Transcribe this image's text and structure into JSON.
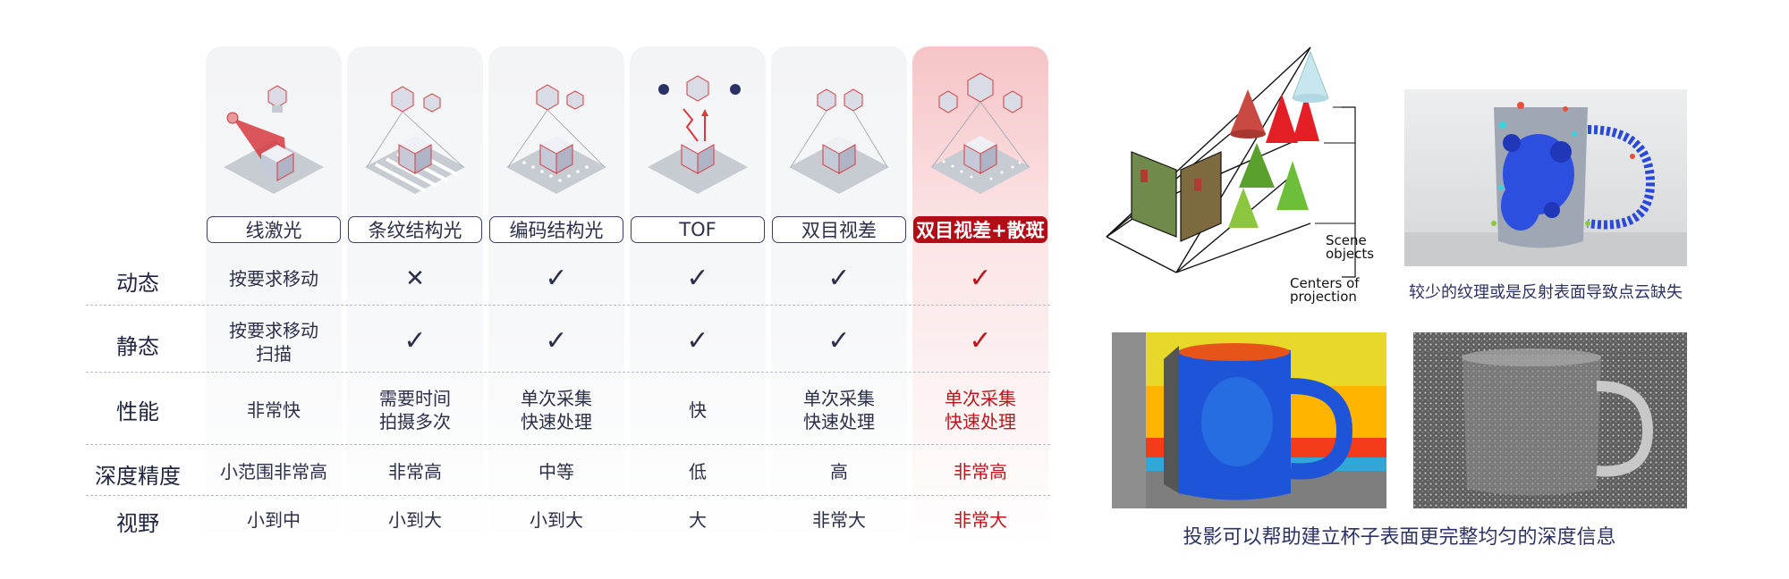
{
  "columns": [
    {
      "label": "线激光",
      "highlight": false
    },
    {
      "label": "条纹结构光",
      "highlight": false
    },
    {
      "label": "编码结构光",
      "highlight": false
    },
    {
      "label": "TOF",
      "highlight": false
    },
    {
      "label": "双目视差",
      "highlight": false
    },
    {
      "label": "双目视差+散斑",
      "highlight": true
    }
  ],
  "rows": [
    {
      "label": "动态",
      "cells": [
        "按要求移动",
        "✕",
        "✓",
        "✓",
        "✓",
        "✓"
      ]
    },
    {
      "label": "静态",
      "cells": [
        "按要求移动\n扫描",
        "✓",
        "✓",
        "✓",
        "✓",
        "✓"
      ]
    },
    {
      "label": "性能",
      "cells": [
        "非常快",
        "需要时间\n拍摄多次",
        "单次采集\n快速处理",
        "快",
        "单次采集\n快速处理",
        "单次采集\n快速处理"
      ]
    },
    {
      "label": "深度精度",
      "cells": [
        "小范围非常高",
        "非常高",
        "中等",
        "低",
        "高",
        "非常高"
      ]
    },
    {
      "label": "视野",
      "cells": [
        "小到中",
        "小到大",
        "小到大",
        "大",
        "非常大",
        "非常大"
      ]
    }
  ],
  "diagram": {
    "scene_label": "Scene\nobjects",
    "centers_label": "Centers of\nprojection"
  },
  "captions": {
    "mug_texture": "较少的纹理或是反射表面导致点云缺失",
    "projection": "投影可以帮助建立杯子表面更完整均匀的深度信息"
  },
  "colors": {
    "highlight": "#b50d16",
    "navy": "#2b3163",
    "check_red": "#c0141c"
  }
}
